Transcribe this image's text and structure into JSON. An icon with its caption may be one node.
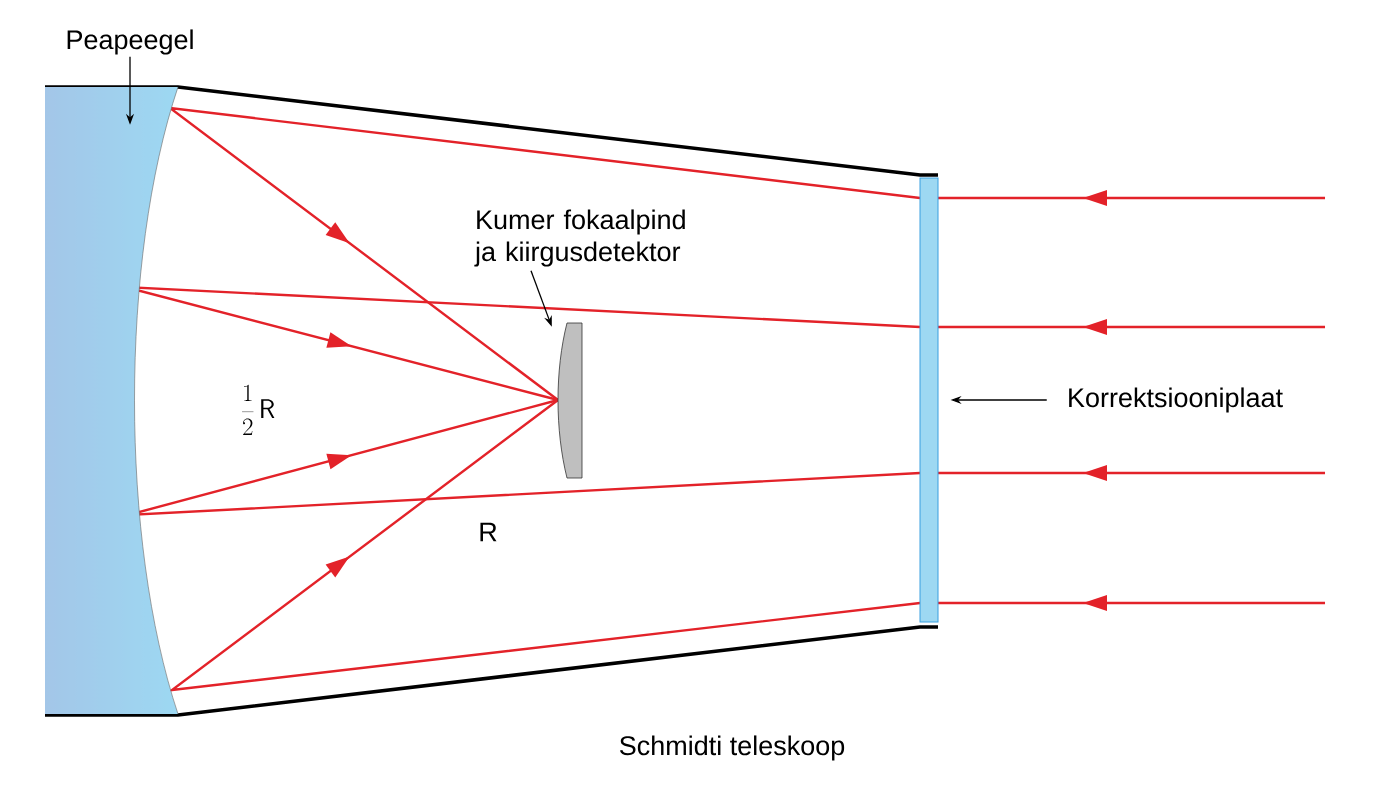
{
  "diagram": {
    "caption": "Schmidti teleskoop",
    "nodes": [
      {
        "text": [
          "Peapeegel"
        ]
      },
      {
        "text": [],
        "shape": "picture"
      },
      {
        "text": [
          "Kumer fokaalpind ja kiirgusdetektor"
        ]
      },
      {
        "text": [],
        "shape": "box"
      },
      {
        "text": [],
        "shape": "bar"
      },
      {
        "text": [
          "Korrektsiooniplaat"
        ]
      }
    ],
    "edges": [
      {
        "from": 0,
        "to": 1,
        "arrow": "to"
      },
      {
        "from": 2,
        "to": 3,
        "arrow": "to"
      },
      {
        "from": 5,
        "to": 4,
        "arrow": "to"
      }
    ],
    "labels": [
      "\\frac{1}{2}\\,\\mathsf{R}",
      "R"
    ]
  }
}
